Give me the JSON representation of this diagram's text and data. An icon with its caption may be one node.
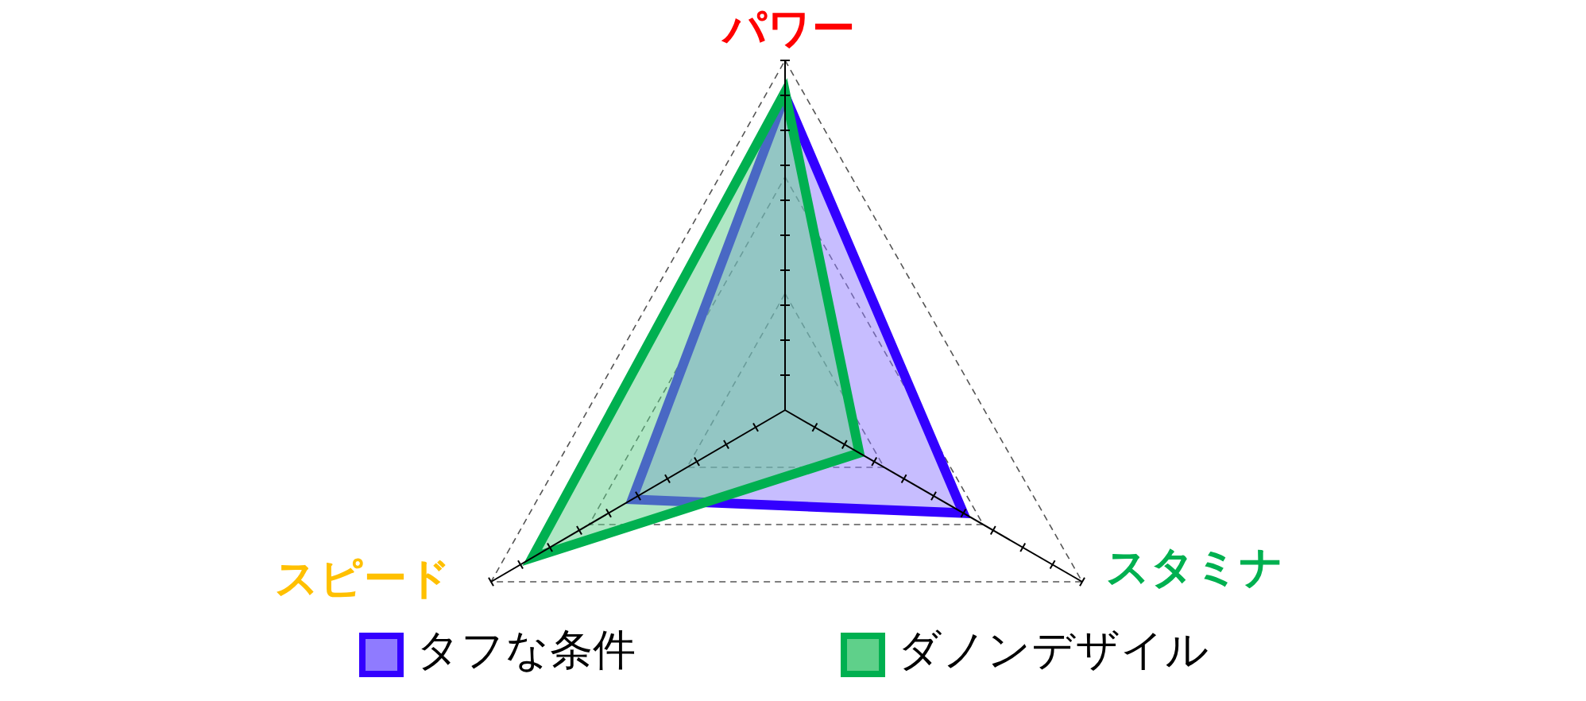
{
  "diagram": {
    "labels": [
      "パワー",
      "スタミナ",
      "スピード"
    ],
    "legend": [
      {
        "text": "タフな条件",
        "color": "#3300ff"
      },
      {
        "text": "ダノンデザイル",
        "color": "#00b050"
      }
    ]
  }
}
